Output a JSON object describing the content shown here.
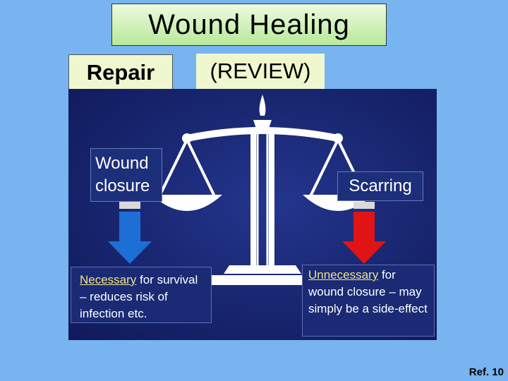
{
  "title": "Wound  Healing",
  "repair_label": "Repair",
  "review_label": "(REVIEW)",
  "left": {
    "box_line1": "Wound",
    "box_line2": "closure",
    "note_keyword": "Necessary",
    "note_rest": " for survival – reduces risk of infection etc.",
    "arrow_color": "#1d6fd6"
  },
  "right": {
    "box_label": "Scarring",
    "note_keyword": "Unnecessary",
    "note_rest": " for wound closure – may simply be a side-effect",
    "arrow_color": "#e01414"
  },
  "reference": "Ref. 10",
  "colors": {
    "background": "#78b4f0",
    "panel": "#18266f",
    "keyword_highlight": "#f0e28a"
  }
}
